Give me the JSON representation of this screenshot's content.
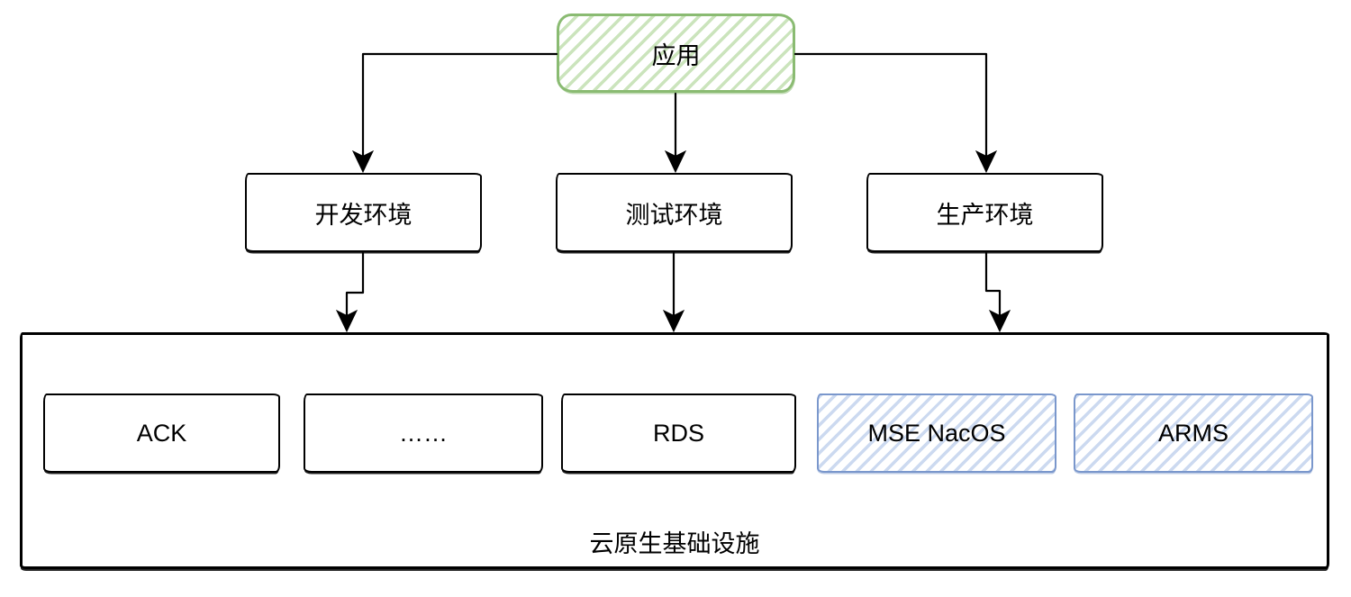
{
  "diagram": {
    "app_node": {
      "label": "应用"
    },
    "env_nodes": [
      {
        "label": "开发环境"
      },
      {
        "label": "测试环境"
      },
      {
        "label": "生产环境"
      }
    ],
    "infra": {
      "label": "云原生基础设施",
      "services": [
        {
          "label": "ACK",
          "style": "plain"
        },
        {
          "label": "……",
          "style": "plain"
        },
        {
          "label": "RDS",
          "style": "plain"
        },
        {
          "label": "MSE NacOS",
          "style": "blue-hatched"
        },
        {
          "label": "ARMS",
          "style": "blue-hatched"
        }
      ]
    },
    "colors": {
      "app_border": "#8abb72",
      "app_hatch": "#cde7c0",
      "blue_border": "#7a97cc",
      "blue_hatch": "#cfdef5",
      "line": "#000000",
      "background": "#ffffff"
    }
  }
}
